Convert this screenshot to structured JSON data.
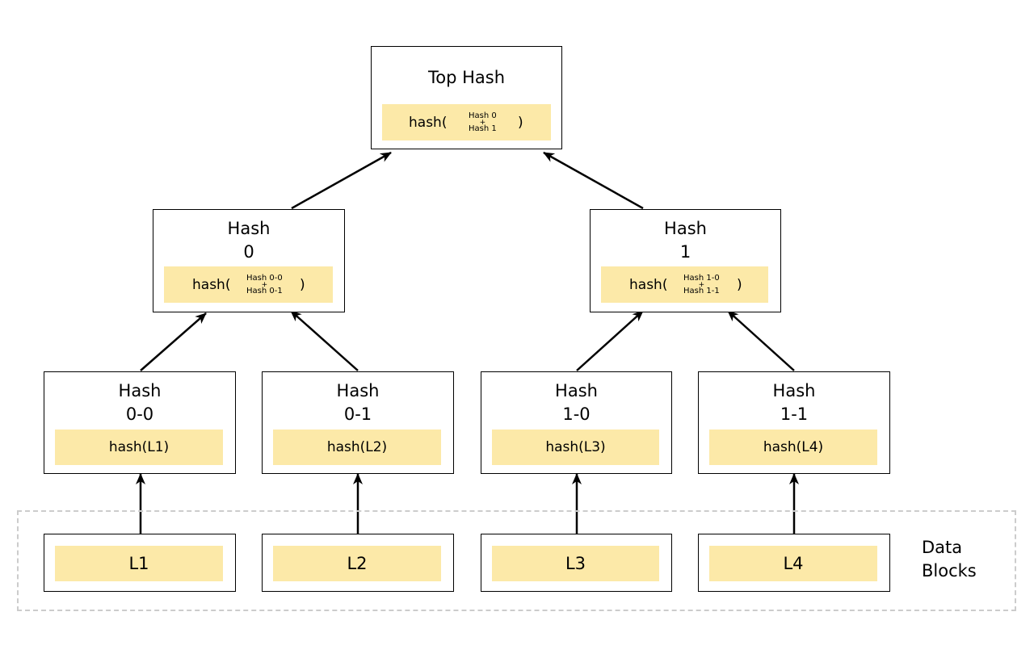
{
  "top": {
    "title": "Top Hash",
    "fn_open": "hash(",
    "arg1": "Hash 0",
    "op": "+",
    "arg2": "Hash 1",
    "fn_close": ")"
  },
  "mid": [
    {
      "title_line1": "Hash",
      "title_line2": "0",
      "fn_open": "hash(",
      "arg1": "Hash 0-0",
      "op": "+",
      "arg2": "Hash 0-1",
      "fn_close": ")"
    },
    {
      "title_line1": "Hash",
      "title_line2": "1",
      "fn_open": "hash(",
      "arg1": "Hash 1-0",
      "op": "+",
      "arg2": "Hash 1-1",
      "fn_close": ")"
    }
  ],
  "leaves": [
    {
      "title_line1": "Hash",
      "title_line2": "0-0",
      "formula": "hash(L1)"
    },
    {
      "title_line1": "Hash",
      "title_line2": "0-1",
      "formula": "hash(L2)"
    },
    {
      "title_line1": "Hash",
      "title_line2": "1-0",
      "formula": "hash(L3)"
    },
    {
      "title_line1": "Hash",
      "title_line2": "1-1",
      "formula": "hash(L4)"
    }
  ],
  "blocks": [
    "L1",
    "L2",
    "L3",
    "L4"
  ],
  "data_blocks_label": {
    "line1": "Data",
    "line2": "Blocks"
  },
  "colors": {
    "highlight": "#fce9a8",
    "dashed_border": "#cccccc",
    "stroke": "#000000"
  }
}
